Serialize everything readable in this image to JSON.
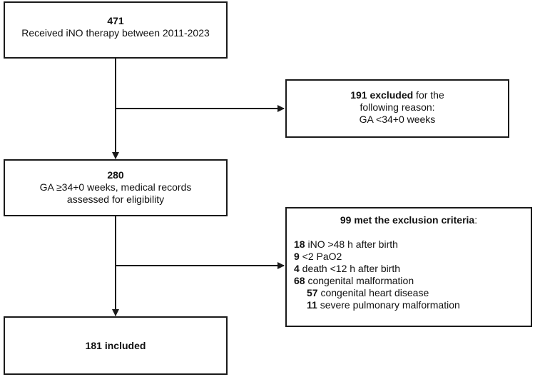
{
  "boxes": {
    "received": {
      "count": "471",
      "text": "Received iNO therapy between 2011-2023"
    },
    "excluded_ga": {
      "count": "191",
      "bold_suffix": " excluded",
      "text1": " for the",
      "text2": "following reason:",
      "text3": "GA <34+0 weeks"
    },
    "assessed": {
      "count": "280",
      "text1": "GA ≥34+0 weeks, medical records",
      "text2": "assessed for eligibility"
    },
    "exclusion_criteria": {
      "title_bold": "99 met the exclusion criteria",
      "title_suffix": ":",
      "items": [
        {
          "count": "18",
          "text": " iNO >48 h after birth",
          "indent": false
        },
        {
          "count": "9",
          "text": " <2 PaO2",
          "indent": false
        },
        {
          "count": "4",
          "text": " death <12 h after birth",
          "indent": false
        },
        {
          "count": "68",
          "text": " congenital malformation",
          "indent": false
        },
        {
          "count": "57",
          "text": " congenital heart disease",
          "indent": true
        },
        {
          "count": "11",
          "text": " severe pulmonary malformation",
          "indent": true
        }
      ]
    },
    "included": {
      "text": "181 included"
    }
  }
}
